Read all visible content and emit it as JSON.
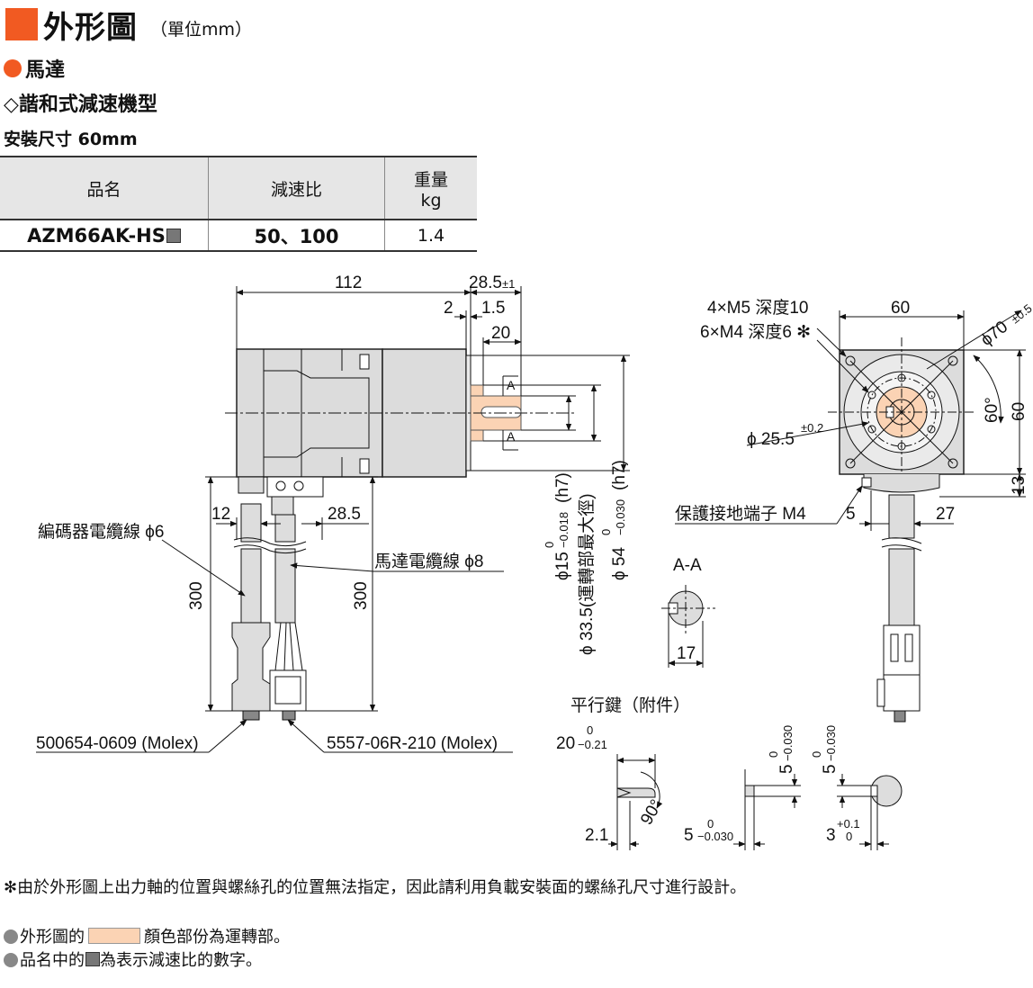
{
  "title": {
    "main": "外形圖",
    "unit": "（單位mm）"
  },
  "subtitle_motor": "馬達",
  "subtitle_type": "◇諧和式減速機型",
  "subtitle_size": "安裝尺寸 60mm",
  "table": {
    "headers": [
      "品名",
      "減速比",
      "重量",
      "kg"
    ],
    "row": {
      "model": "AZM66AK-HS",
      "ratio": "50、100",
      "weight": "1.4"
    }
  },
  "drawing": {
    "dim_112": "112",
    "dim_28_5": "28.5",
    "dim_28_5_tol": "±1",
    "dim_2": "2",
    "dim_1_5": "1.5",
    "dim_20": "20",
    "section_mark": "A",
    "dim_12": "12",
    "dim_28_5_b": "28.5",
    "encoder_cable": "編碼器電纜線 ϕ6",
    "motor_cable": "馬達電纜線 ϕ8",
    "dim_300_left": "300",
    "dim_300_right": "300",
    "connector_left": "500654-0609 (Molex)",
    "connector_right": "5557-06R-210 (Molex)",
    "dia_15": "ϕ15",
    "dia_15_tol_hi": "0",
    "dia_15_tol_lo": "−0.018",
    "dia_15_fit": "(h7)",
    "dia_33_5": "ϕ 33.5(運轉部最大徑)",
    "dia_54": "ϕ 54",
    "dia_54_tol_hi": "0",
    "dia_54_tol_lo": "−0.030",
    "dia_54_fit": "(h7)",
    "section_title": "A-A",
    "dim_17": "17",
    "holes_m5": "4×M5 深度10",
    "holes_m4": "6×M4 深度6 ✻",
    "dim_60_top": "60",
    "dia_70": "ϕ70",
    "dia_70_tol": "±0.5",
    "angle_60": "60°",
    "dim_60_side": "60",
    "dia_25_5": "ϕ 25.5",
    "dia_25_5_tol": "±0.2",
    "dim_13": "13",
    "ground_terminal": "保護接地端子 M4",
    "dim_5": "5",
    "dim_27": "27",
    "key_title": "平行鍵（附件）",
    "key_20": "20",
    "key_20_tol_hi": "0",
    "key_20_tol_lo": "−0.21",
    "key_angle": "90°",
    "key_2_1": "2.1",
    "key_5a": "5",
    "key_5a_tol_hi": "0",
    "key_5a_tol_lo": "−0.030",
    "key_5b": "5",
    "key_5b_tol_hi": "0",
    "key_5b_tol_lo": "−0.030",
    "key_5c": "5",
    "key_5c_tol_hi": "0",
    "key_5c_tol_lo": "−0.030",
    "key_3": "3",
    "key_3_tol_hi": "+0.1",
    "key_3_tol_lo": "0"
  },
  "notes": {
    "asterisk": "✻由於外形圖上出力軸的位置與螺絲孔的位置無法指定，因此請利用負載安裝面的螺絲孔尺寸進行設計。",
    "color_a": "外形圖的",
    "color_b": "顏色部份為運轉部。",
    "model_a": "品名中的",
    "model_b": "為表示減速比的數字。"
  },
  "colors": {
    "accent": "#f15a22",
    "rotating": "#fbd3b4",
    "housing": "#dcdcdc"
  }
}
